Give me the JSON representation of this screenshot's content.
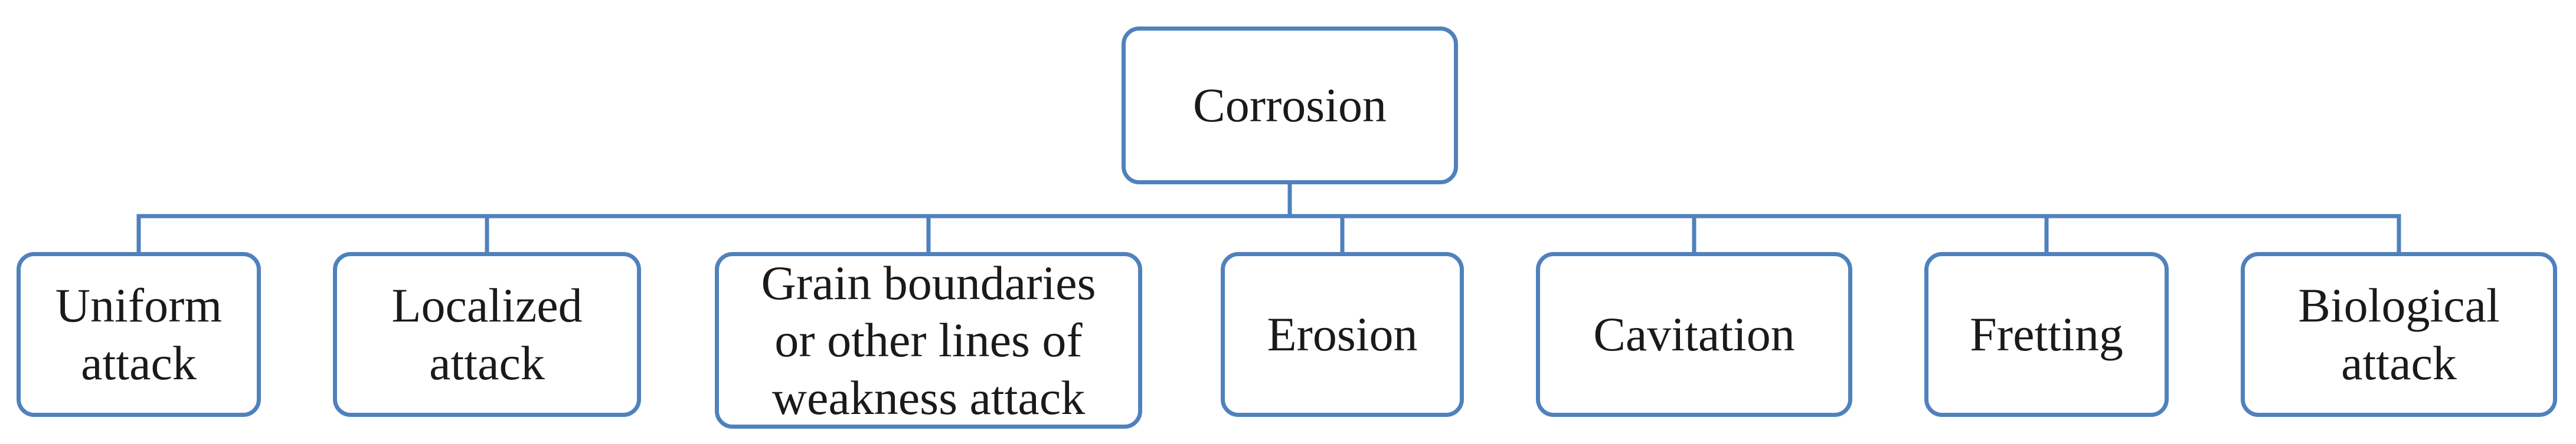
{
  "diagram": {
    "root": {
      "label": "Corrosion"
    },
    "children": [
      {
        "label": "Uniform\nattack"
      },
      {
        "label": "Localized\nattack"
      },
      {
        "label": "Grain boundaries\nor other lines of\nweakness attack"
      },
      {
        "label": "Erosion"
      },
      {
        "label": "Cavitation"
      },
      {
        "label": "Fretting"
      },
      {
        "label": "Biological\nattack"
      }
    ],
    "colors": {
      "stroke": "#4f81bd",
      "text": "#1a1a1a",
      "background": "#ffffff"
    }
  }
}
